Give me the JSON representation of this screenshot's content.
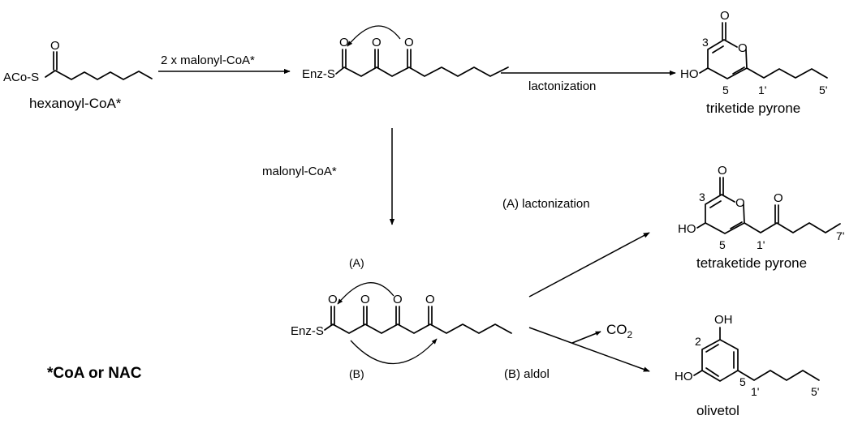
{
  "reagents": {
    "step1": "2 x malonyl-CoA*",
    "step2": "malonyl-CoA*",
    "lactonization": "lactonization",
    "path_a": "(A) lactonization",
    "path_b": "(B) aldol",
    "co2_main": "CO",
    "co2_sub": "2"
  },
  "labels": {
    "hexanoyl": "hexanoyl-CoA*",
    "triketide": "triketide pyrone",
    "tetraketide": "tetraketide pyrone",
    "olivetol": "olivetol",
    "footnote": "*CoA or NAC"
  },
  "atoms": {
    "aco_s": "ACo-S",
    "enz_s": "Enz-S",
    "oxygen": "O",
    "hydroxyl_left": "HO",
    "hydroxyl_right": "OH"
  },
  "annotations": {
    "curl_a": "(A)",
    "curl_b": "(B)",
    "pos3": "3",
    "pos5": "5",
    "pos2": "2",
    "pos1p": "1'",
    "pos5p": "5'",
    "pos7p": "7'"
  }
}
